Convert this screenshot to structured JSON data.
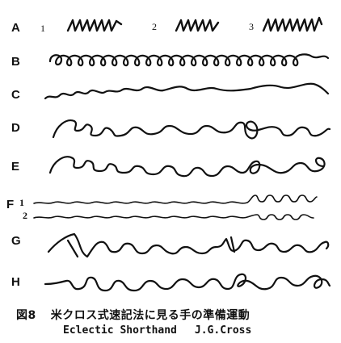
{
  "rows": {
    "a": {
      "label": "A",
      "sample_numbers": [
        "1",
        "2",
        "3"
      ]
    },
    "b": {
      "label": "B"
    },
    "c": {
      "label": "C"
    },
    "d": {
      "label": "D"
    },
    "e": {
      "label": "E"
    },
    "f": {
      "label": "F",
      "sample_numbers": [
        "1",
        "2"
      ]
    },
    "g": {
      "label": "G"
    },
    "h": {
      "label": "H"
    }
  },
  "caption": {
    "figure_label": "図8",
    "title": "米クロス式速記法に見る手の準備運動",
    "subtitle": "Eclectic Shorthand",
    "author": "J.G.Cross"
  }
}
